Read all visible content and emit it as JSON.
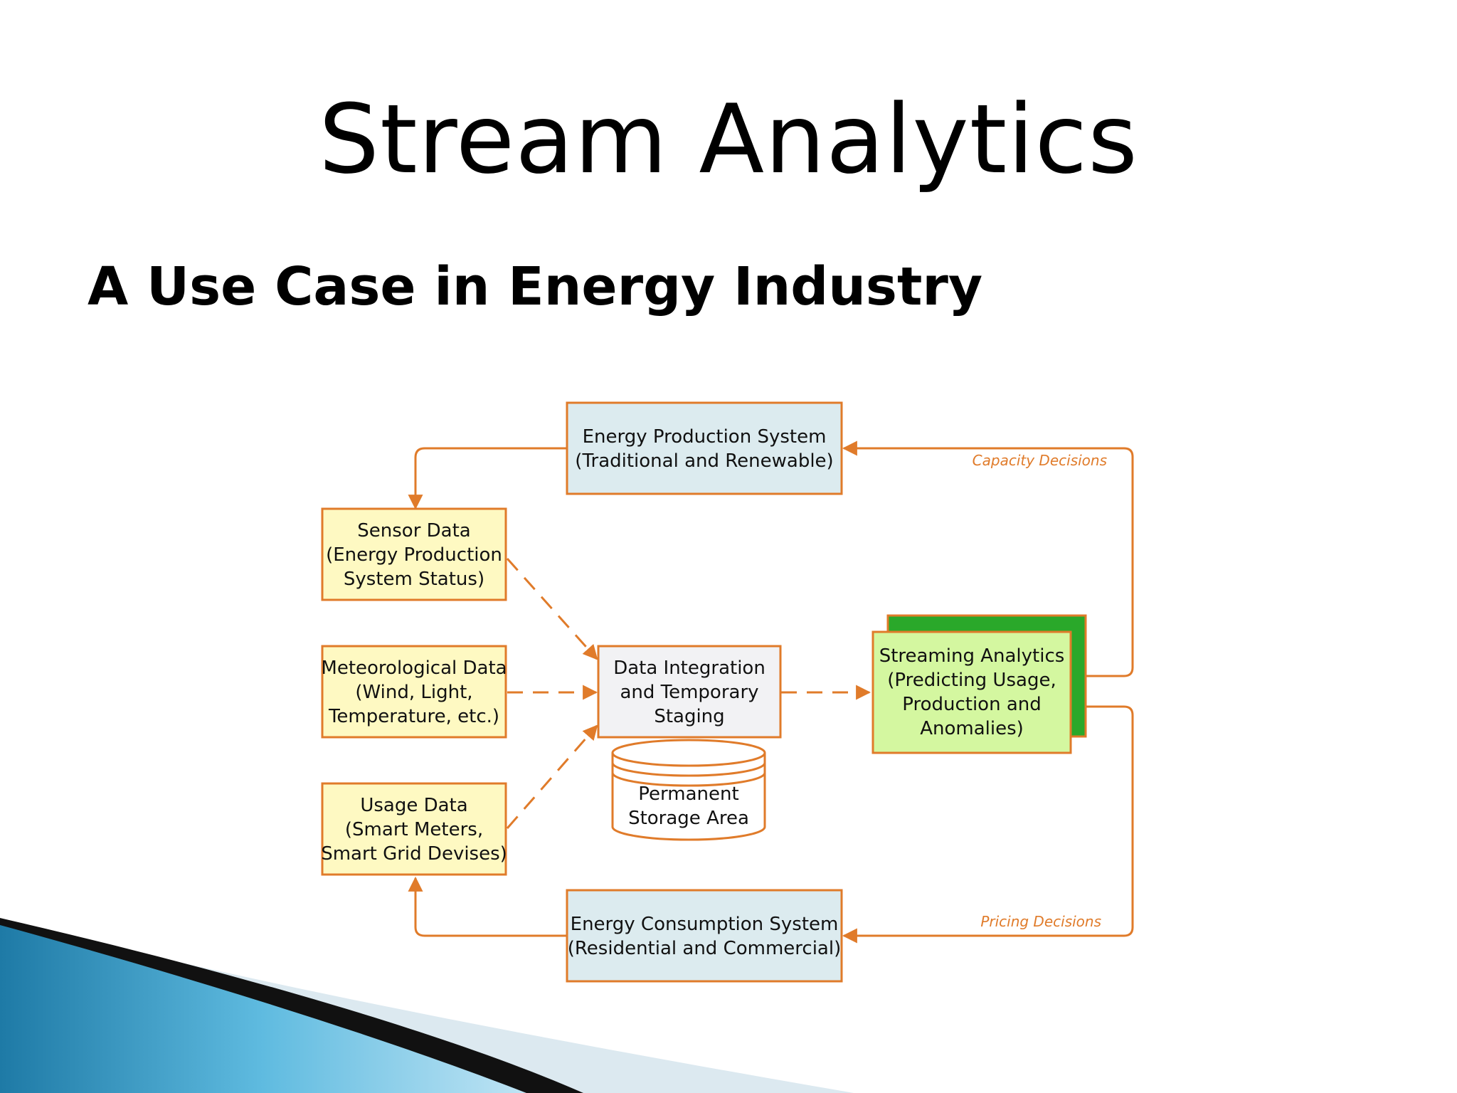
{
  "slide": {
    "title": "Stream Analytics",
    "subtitle": "A Use Case in Energy Industry"
  },
  "diagram": {
    "production": [
      "Energy Production System",
      "(Traditional and Renewable)"
    ],
    "sensor": [
      "Sensor Data",
      "(Energy Production",
      "System Status)"
    ],
    "meteo": [
      "Meteorological Data",
      "(Wind, Light,",
      "Temperature, etc.)"
    ],
    "usage": [
      "Usage Data",
      "(Smart Meters,",
      "Smart Grid Devises)"
    ],
    "integration": [
      "Data Integration",
      "and Temporary",
      "Staging"
    ],
    "storage": [
      "Permanent",
      "Storage Area"
    ],
    "analytics": [
      "Streaming Analytics",
      "(Predicting Usage,",
      "Production and",
      "Anomalies)"
    ],
    "consumption": [
      "Energy Consumption System",
      "(Residential and Commercial)"
    ],
    "capacity_label": "Capacity Decisions",
    "pricing_label": "Pricing Decisions"
  },
  "colors": {
    "orange": "#e07b2a",
    "yellow_fill": "#fef9c2",
    "blue_fill": "#dcebef",
    "gray_fill": "#f2f2f4",
    "green_fill": "#d4f7a0",
    "green_shadow": "#2aa82a",
    "swoosh_blue": "#2c8fb8"
  }
}
